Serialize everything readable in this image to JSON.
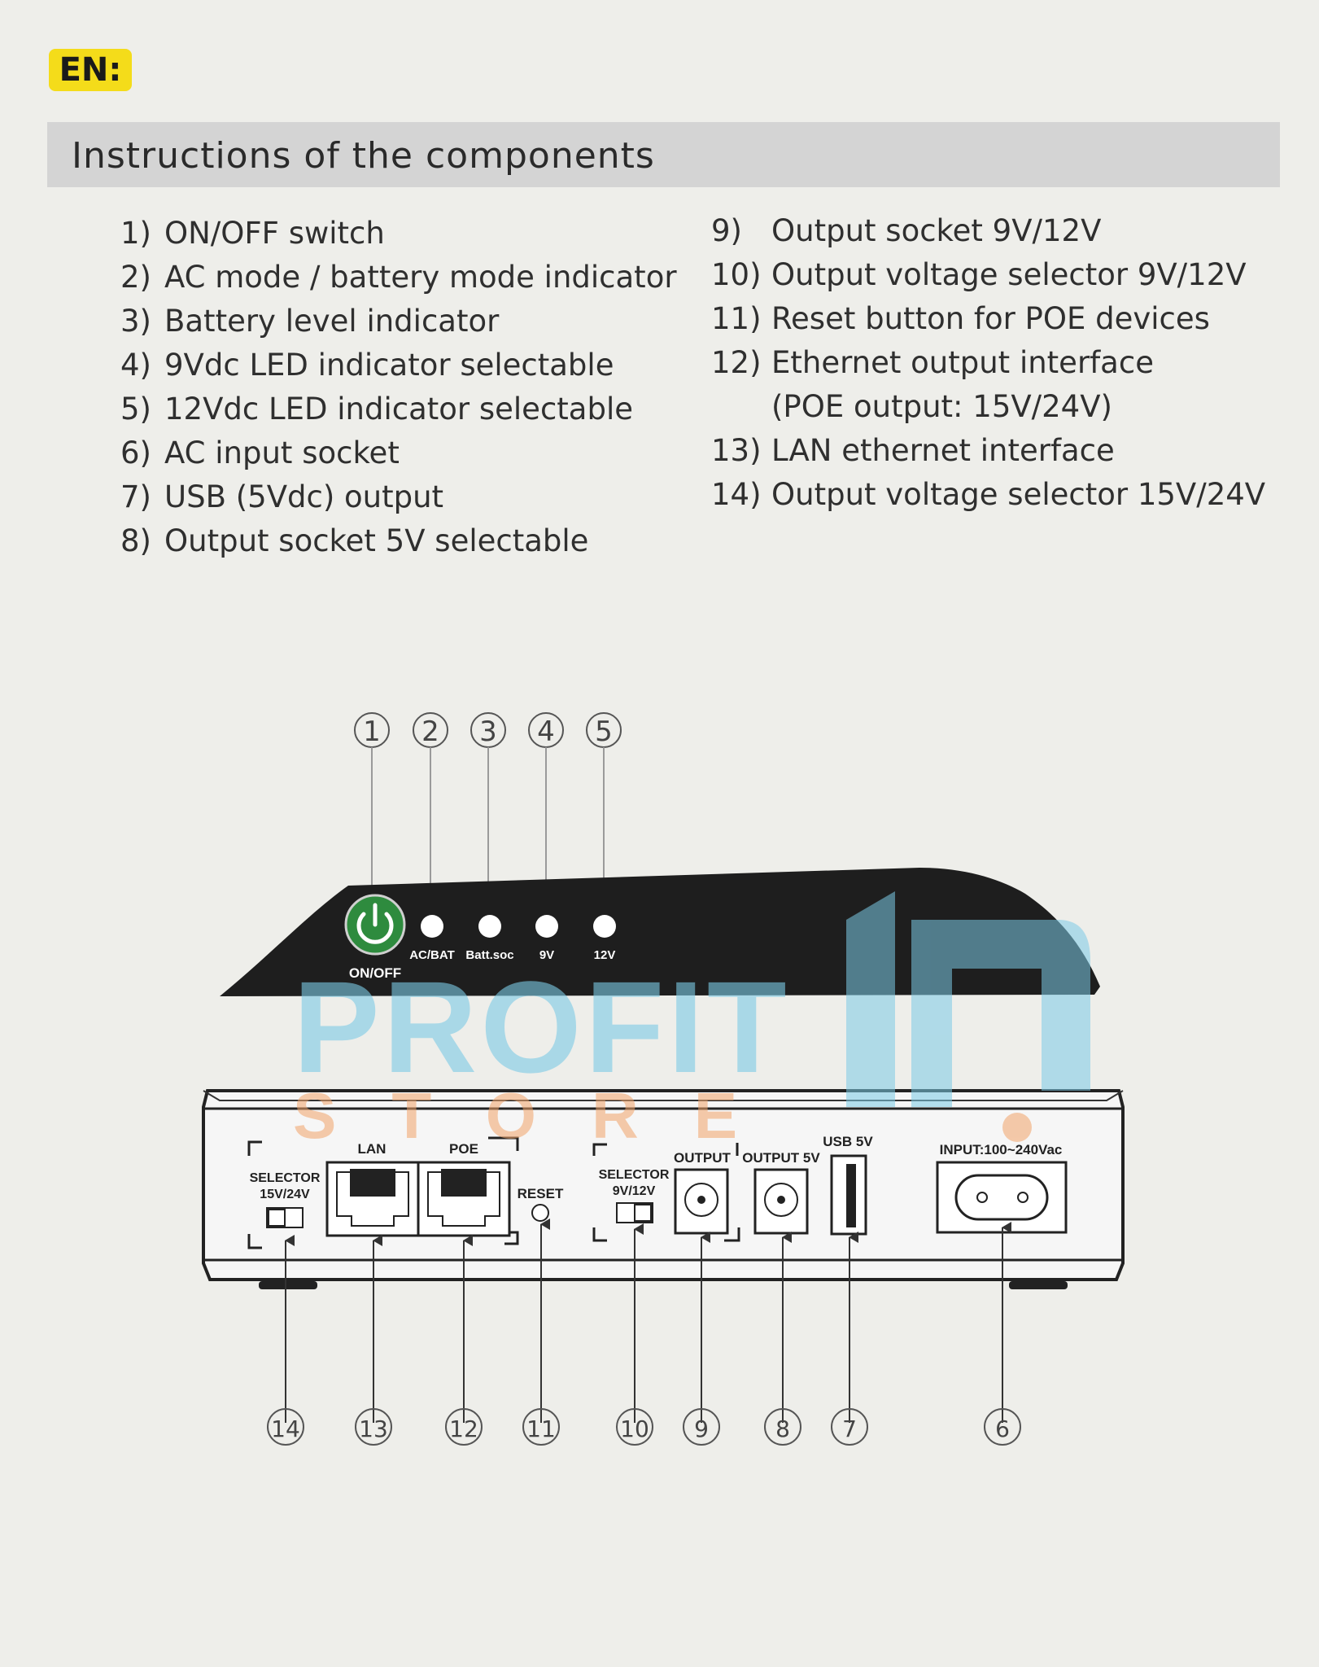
{
  "lang_badge": "EN:",
  "section_title": "Instructions of the components",
  "items_left": [
    {
      "num": "1)",
      "text": "ON/OFF switch"
    },
    {
      "num": "2)",
      "text": "AC mode / battery mode indicator"
    },
    {
      "num": "3)",
      "text": "Battery level indicator"
    },
    {
      "num": "4)",
      "text": "9Vdc LED indicator selectable"
    },
    {
      "num": "5)",
      "text": "12Vdc LED indicator selectable"
    },
    {
      "num": "6)",
      "text": "AC input socket"
    },
    {
      "num": "7)",
      "text": "USB (5Vdc) output"
    },
    {
      "num": "8)",
      "text": "Output socket 5V selectable"
    }
  ],
  "items_right": [
    {
      "num": "9)",
      "text": "Output socket 9V/12V"
    },
    {
      "num": "10)",
      "text": "Output voltage selector 9V/12V"
    },
    {
      "num": "11)",
      "text": "Reset button for POE devices"
    },
    {
      "num": "12)",
      "text": "Ethernet output interface"
    },
    {
      "num": "13)",
      "text": "LAN ethernet interface"
    },
    {
      "num": "14)",
      "text": "Output voltage selector 15V/24V"
    }
  ],
  "item12_continuation": "(POE output: 15V/24V)",
  "top_callouts": [
    "1",
    "2",
    "3",
    "4",
    "5"
  ],
  "front_labels": {
    "onoff": "ON/OFF",
    "acbat": "AC/BAT",
    "batt": "Batt.soc",
    "v9": "9V",
    "v12": "12V"
  },
  "back_labels": {
    "sel1524_line1": "SELECTOR",
    "sel1524_line2": "15V/24V",
    "lan": "LAN",
    "poe": "POE",
    "reset": "RESET",
    "sel912_line1": "SELECTOR",
    "sel912_line2": "9V/12V",
    "output": "OUTPUT",
    "output5v": "OUTPUT 5V",
    "usb5v": "USB 5V",
    "input": "INPUT:100~240Vac"
  },
  "bottom_callouts": [
    "14",
    "13",
    "12",
    "11",
    "10",
    "9",
    "8",
    "7",
    "6"
  ],
  "watermark": {
    "line1": "PROFIT",
    "line2": "STORE"
  },
  "colors": {
    "page": "#eeeeea",
    "badge": "#f4dc1a",
    "power_button": "#2e8b3e",
    "device_front": "#1e1e1e",
    "watermark_blue": "#7ccbe6",
    "watermark_orange": "#f2a46a"
  }
}
